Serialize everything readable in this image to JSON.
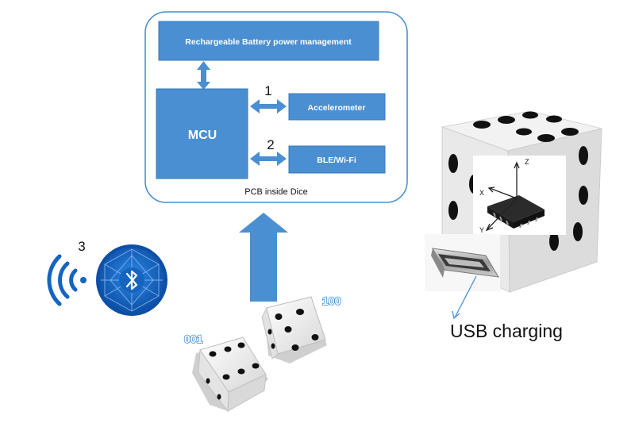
{
  "pcb": {
    "title": "PCB inside Dice",
    "power_block": "Rechargeable Battery power management",
    "mcu_block": "MCU",
    "accelerometer_block": "Accelerometer",
    "ble_block": "BLE/Wi-Fi",
    "link1_number": "1",
    "link2_number": "2"
  },
  "wireless": {
    "number": "3",
    "wifi_icon": "wifi-signal-icon",
    "bluetooth_icon": "bluetooth-icon"
  },
  "small_dice": {
    "left_label": "001",
    "right_label": "100"
  },
  "photo": {
    "caption": "USB charging",
    "axis_x": "X",
    "axis_y": "Y",
    "axis_z": "Z"
  },
  "colors": {
    "block_blue": "#4a8fd1",
    "block_border": "#3a78b8",
    "badge_blue": "#1565c0"
  }
}
